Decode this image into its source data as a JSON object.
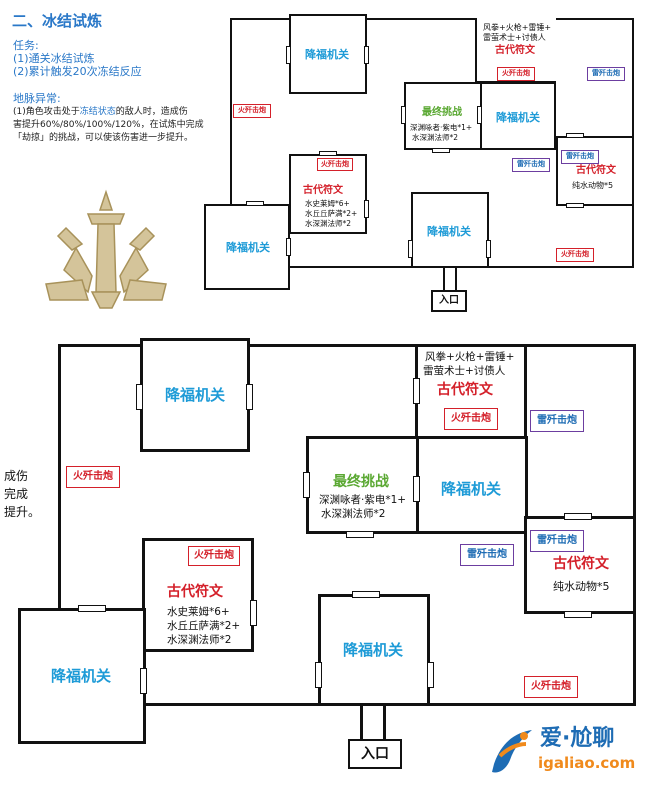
{
  "header": {
    "title": "二、冰结试炼",
    "task_label": "任务:",
    "task1": "(1)通关冰结试炼",
    "task2": "(2)累计触发20次冻结反应",
    "anomaly_label": "地脉异常:",
    "anomaly_line1_a": "(1)角色攻击处于",
    "anomaly_line1_hl": "冻结状态",
    "anomaly_line1_b": "的敌人时，造成伤",
    "anomaly_line2": "害提升60%/80%/100%/120%，在试炼中完成",
    "anomaly_line3": "「劫掠」的挑战，可以使该伤害进一步提升。"
  },
  "cropped_text": {
    "line1": "成伤",
    "line2": "完成",
    "line3": "提升。"
  },
  "rooms": {
    "blessing": "降福机关",
    "final_title": "最终挑战",
    "final_line1": "深渊咏者·紫电*1+",
    "final_line2": "水深渊法师*2",
    "ancient": "古代符文",
    "ancient_top_line1": "风拳+火枪+雷锤+",
    "ancient_top_line2": "雷萤术士+讨债人",
    "ancient_left_line1": "水史莱姆*6+",
    "ancient_left_line2": "水丘丘萨满*2+",
    "ancient_left_line3": "水深渊法师*2",
    "ancient_right_line1": "纯水动物*5"
  },
  "badges": {
    "fire": "火歼击炮",
    "thunder": "雷歼击炮"
  },
  "entrance": "入口",
  "watermark": {
    "brand": "爱·尬聊",
    "url": "igaliao.com"
  },
  "colors": {
    "blue": "#1e9bd7",
    "red": "#d4202a",
    "green": "#5aa832",
    "purple": "#6c3ea0",
    "header_blue": "#2a78c8"
  }
}
